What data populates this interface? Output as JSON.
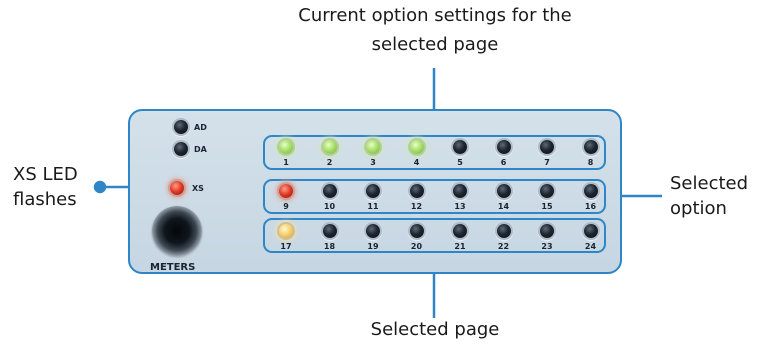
{
  "callouts": {
    "top_line1": "Current option settings for the",
    "top_line2": "selected page",
    "left_line1": "XS LED",
    "left_line2": "flashes",
    "right_line1": "Selected",
    "right_line2": "option",
    "bottom": "Selected page"
  },
  "panel": {
    "labels": {
      "ad": "AD",
      "da": "DA",
      "xs": "XS",
      "meters": "METERS"
    },
    "rows": [
      {
        "leds": [
          {
            "num": "1",
            "state": "green"
          },
          {
            "num": "2",
            "state": "green"
          },
          {
            "num": "3",
            "state": "green"
          },
          {
            "num": "4",
            "state": "green"
          },
          {
            "num": "5",
            "state": "off"
          },
          {
            "num": "6",
            "state": "off"
          },
          {
            "num": "7",
            "state": "off"
          },
          {
            "num": "8",
            "state": "off"
          }
        ]
      },
      {
        "leds": [
          {
            "num": "9",
            "state": "red"
          },
          {
            "num": "10",
            "state": "off"
          },
          {
            "num": "11",
            "state": "off"
          },
          {
            "num": "12",
            "state": "off"
          },
          {
            "num": "13",
            "state": "off"
          },
          {
            "num": "14",
            "state": "off"
          },
          {
            "num": "15",
            "state": "off"
          },
          {
            "num": "16",
            "state": "off"
          }
        ]
      },
      {
        "leds": [
          {
            "num": "17",
            "state": "amber"
          },
          {
            "num": "18",
            "state": "off"
          },
          {
            "num": "19",
            "state": "off"
          },
          {
            "num": "20",
            "state": "off"
          },
          {
            "num": "21",
            "state": "off"
          },
          {
            "num": "22",
            "state": "off"
          },
          {
            "num": "23",
            "state": "off"
          },
          {
            "num": "24",
            "state": "off"
          }
        ]
      }
    ]
  },
  "colors": {
    "accent": "#2f86c6",
    "panel": "#cfdde8"
  }
}
